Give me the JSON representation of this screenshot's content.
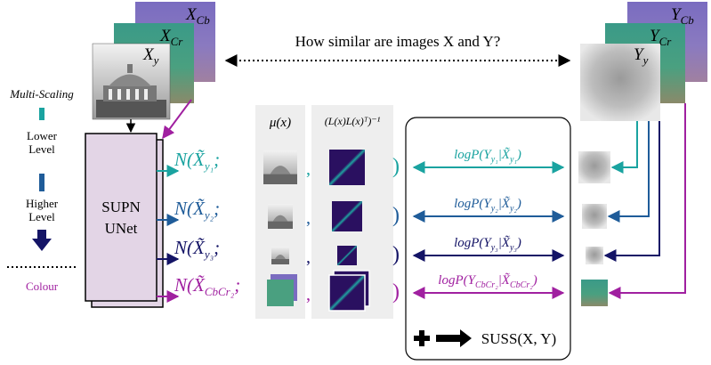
{
  "question": "How similar are images X and Y?",
  "image_x": {
    "labels": {
      "y": "X",
      "y_sub": "y",
      "cr": "X",
      "cr_sub": "Cr",
      "cb": "X",
      "cb_sub": "Cb"
    }
  },
  "image_y": {
    "labels": {
      "y": "Y",
      "y_sub": "y",
      "cr": "Y",
      "cr_sub": "Cr",
      "cb": "Y",
      "cb_sub": "Cb"
    }
  },
  "left_legend": {
    "title": "Multi-Scaling",
    "lower_1": "Lower",
    "lower_2": "Level",
    "higher_1": "Higher",
    "higher_2": "Level",
    "colour": "Colour"
  },
  "network": {
    "line1": "SUPN",
    "line2": "UNet"
  },
  "column_headers": {
    "mu": "μ(x)",
    "cov": "(L(x)L(x)ᵀ)⁻¹"
  },
  "rows": [
    {
      "dist": "N(X̃",
      "dist_sub": "y₁",
      "semi": ";",
      "comma": ",",
      "close": ")",
      "loglik": "logP(Y",
      "loglik_sub1": "y₁",
      "loglik_mid": "|X̃",
      "loglik_sub2": "y₁",
      "loglik_end": ")",
      "color": "#1aa3a0"
    },
    {
      "dist": "N(X̃",
      "dist_sub": "y₂",
      "semi": ";",
      "comma": ",",
      "close": ")",
      "loglik": "logP(Y",
      "loglik_sub1": "y₂",
      "loglik_mid": "|X̃",
      "loglik_sub2": "y₂",
      "loglik_end": ")",
      "color": "#1f5c99"
    },
    {
      "dist": "N(X̃",
      "dist_sub": "y₃",
      "semi": ";",
      "comma": ",",
      "close": ")",
      "loglik": "logP(Y",
      "loglik_sub1": "y₃",
      "loglik_mid": "|X̃",
      "loglik_sub2": "y₃",
      "loglik_end": ")",
      "color": "#141466"
    },
    {
      "dist": "N(X̃",
      "dist_sub": "CbCr₂",
      "semi": ";",
      "comma": ",",
      "close": ")",
      "loglik": "logP(Y",
      "loglik_sub1": "CbCr₂",
      "loglik_mid": "|X̃",
      "loglik_sub2": "CbCr₂",
      "loglik_end": ")",
      "color": "#a020a0"
    }
  ],
  "result": "SUSS(X, Y)",
  "colors": {
    "teal": "#1aa3a0",
    "blue": "#1f5c99",
    "navy": "#141466",
    "purple": "#a020a0",
    "unet_fill": "#e3d5e6",
    "panel_bg": "#eeeeee"
  }
}
